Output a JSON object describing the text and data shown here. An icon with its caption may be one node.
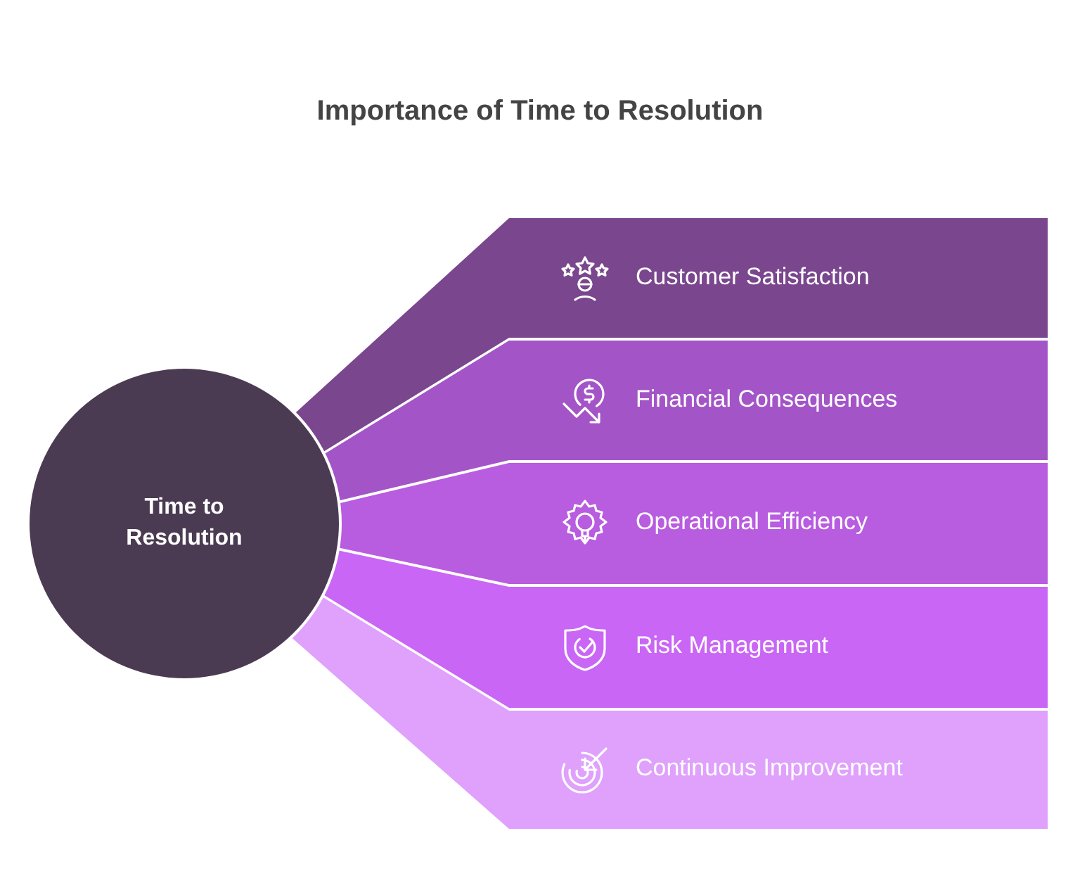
{
  "diagram": {
    "title": "Importance of Time to Resolution",
    "nodes": [
      {
        "text": [
          "Time to Resolution"
        ]
      },
      {
        "text": [
          "Customer Satisfaction"
        ]
      },
      {
        "text": [
          "Financial Consequences"
        ]
      },
      {
        "text": [
          "Operational Efficiency"
        ]
      },
      {
        "text": [
          "Risk Management"
        ]
      },
      {
        "text": [
          "Continuous Improvement"
        ]
      }
    ]
  }
}
